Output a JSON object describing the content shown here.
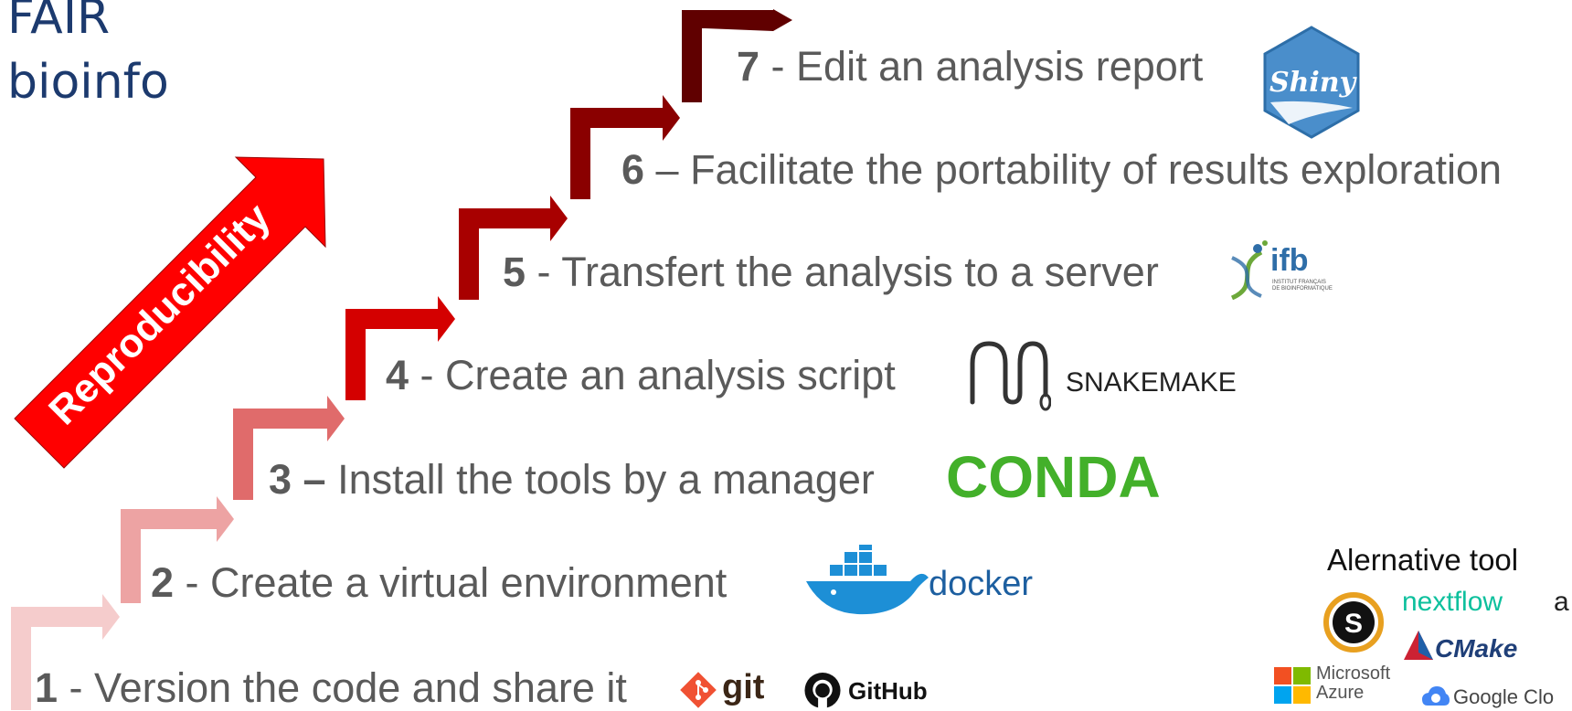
{
  "brand": {
    "line1": "FAIR",
    "line2": "bioinfo"
  },
  "arrow_label": "Reproducibility",
  "steps": [
    {
      "num": "1",
      "sep": " - ",
      "text": "Version the code and share it",
      "logos": [
        "git",
        "GitHub"
      ]
    },
    {
      "num": "2",
      "sep": " - ",
      "text": "Create a virtual environment",
      "logos": [
        "docker"
      ]
    },
    {
      "num": "3 –",
      "sep": " ",
      "text": "Install the tools by a manager",
      "logos": [
        "CONDA"
      ]
    },
    {
      "num": "4",
      "sep": " - ",
      "text": "Create an analysis script",
      "logos": [
        "SNAKEMAKE"
      ]
    },
    {
      "num": "5",
      "sep": " - ",
      "text": "Transfert the analysis to a server",
      "logos": [
        "ifb",
        "INSTITUT FRANÇAIS",
        "DE BIOINFORMATIQUE"
      ]
    },
    {
      "num": "6",
      "sep": " – ",
      "text": "Facilitate the portability of results exploration",
      "logos": []
    },
    {
      "num": "7",
      "sep": " - ",
      "text": "Edit an analysis report",
      "logos": [
        "Shiny"
      ]
    }
  ],
  "alternatives": {
    "title": "Alernative tool",
    "items": [
      "nextflow",
      "a",
      "CMake",
      "Microsoft",
      "Azure",
      "Google Clo"
    ]
  },
  "colors": {
    "step1": "#f5cccc",
    "step2": "#eda3a3",
    "step3": "#e06b6b",
    "step4": "#d40000",
    "step5": "#a80000",
    "step6": "#8a0000",
    "step7": "#600000",
    "arrow": "#ff0000",
    "brand": "#1c3a6e"
  }
}
